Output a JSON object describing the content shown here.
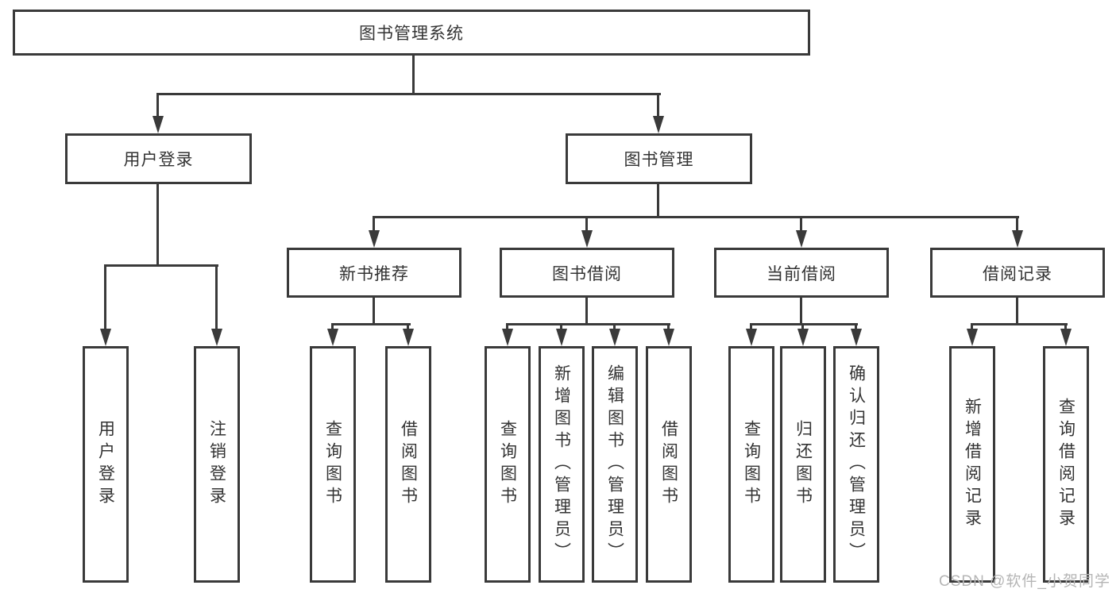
{
  "tree": {
    "label": "图书管理系统",
    "children": [
      {
        "label": "用户登录",
        "children": [
          {
            "label": "用户登录"
          },
          {
            "label": "注销登录"
          }
        ]
      },
      {
        "label": "图书管理",
        "children": [
          {
            "label": "新书推荐",
            "children": [
              {
                "label": "查询图书"
              },
              {
                "label": "借阅图书"
              }
            ]
          },
          {
            "label": "图书借阅",
            "children": [
              {
                "label": "查询图书"
              },
              {
                "label": "新增图书（管理员）"
              },
              {
                "label": "编辑图书（管理员）"
              },
              {
                "label": "借阅图书"
              }
            ]
          },
          {
            "label": "当前借阅",
            "children": [
              {
                "label": "查询图书"
              },
              {
                "label": "归还图书"
              },
              {
                "label": "确认归还（管理员）"
              }
            ]
          },
          {
            "label": "借阅记录",
            "children": [
              {
                "label": "新增借阅记录"
              },
              {
                "label": "查询借阅记录"
              }
            ]
          }
        ]
      }
    ]
  },
  "watermark": {
    "text": "CSDN @软件_小贺同学"
  },
  "colors": {
    "line": "#3a3a3a",
    "text": "#333333",
    "background": "#ffffff",
    "watermark": "#b5b5b5"
  }
}
